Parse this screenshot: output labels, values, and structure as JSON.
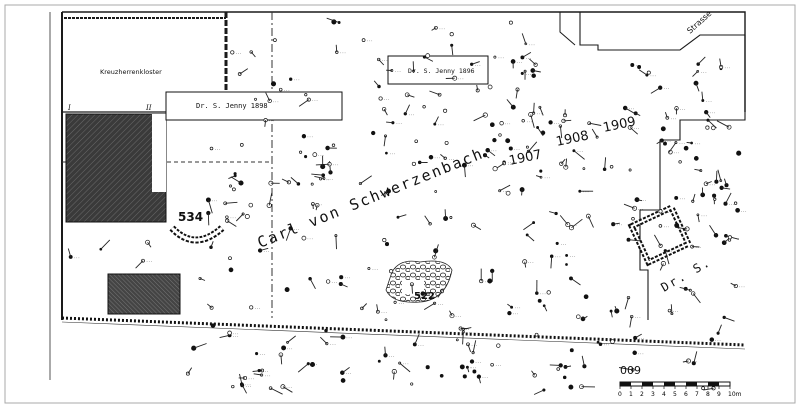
{
  "map": {
    "labels": {
      "kreuz": "Kreuzherrenkloster",
      "excavation_1898": "Dr. S. Jenny 1898",
      "excavation_1896": "Dr. S. Jenny 1896",
      "carl": "Carl von Schwerzenbach",
      "year_1907": "1907",
      "year_1908": "1908",
      "year_1909": "1909",
      "dr_s": "Dr. S.",
      "street": "Strasse",
      "num_534": "534",
      "num_522": "522",
      "num_009": "009",
      "corner_i": "I",
      "corner_ii": "II"
    },
    "scale_bar": {
      "ticks": [
        "0",
        "1",
        "2",
        "3",
        "4",
        "5",
        "6",
        "7",
        "8",
        "9",
        "10m"
      ]
    },
    "colors": {
      "ink": "#1a1a1a",
      "hatch_dark": "#3a3a3a",
      "paper": "#ffffff"
    }
  }
}
